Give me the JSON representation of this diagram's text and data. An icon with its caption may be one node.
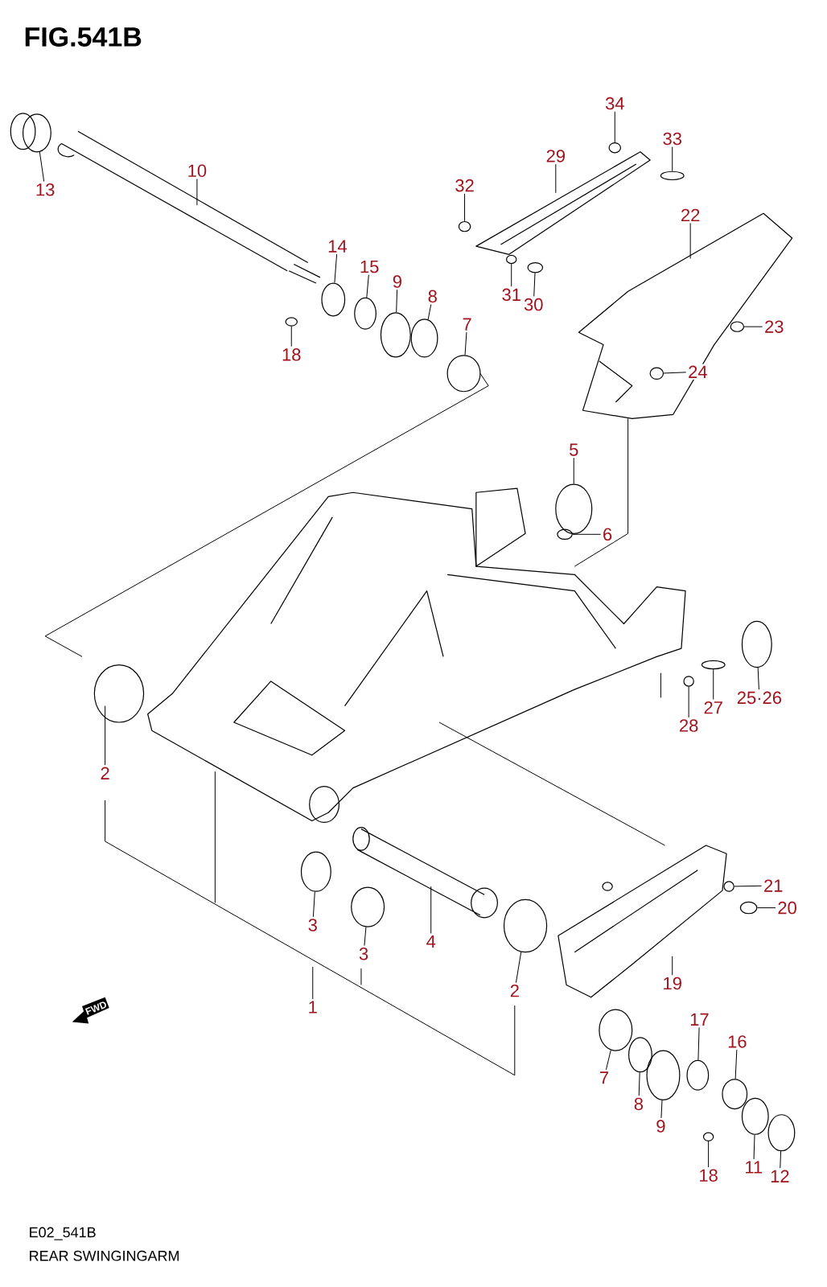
{
  "diagram": {
    "title": "FIG.541B",
    "caption": "REAR SWINGINGARM",
    "nodes": [
      {
        "text": [
          "13"
        ]
      },
      {
        "text": [
          "10"
        ]
      },
      {
        "text": [
          "14"
        ]
      },
      {
        "text": [
          "15"
        ]
      },
      {
        "text": [
          "9"
        ]
      },
      {
        "text": [
          "8"
        ]
      },
      {
        "text": [
          "7"
        ]
      },
      {
        "text": [
          "18"
        ]
      },
      {
        "text": [
          "32"
        ]
      },
      {
        "text": [
          "29"
        ]
      },
      {
        "text": [
          "34"
        ]
      },
      {
        "text": [
          "33"
        ]
      },
      {
        "text": [
          "22"
        ]
      },
      {
        "text": [
          "31"
        ]
      },
      {
        "text": [
          "30"
        ]
      },
      {
        "text": [
          "23"
        ]
      },
      {
        "text": [
          "24"
        ]
      },
      {
        "text": [
          "5"
        ]
      },
      {
        "text": [
          "6"
        ]
      },
      {
        "text": [
          "25·26"
        ]
      },
      {
        "text": [
          "28"
        ]
      },
      {
        "text": [
          "27"
        ]
      },
      {
        "text": [
          "2"
        ]
      },
      {
        "text": [
          "3"
        ]
      },
      {
        "text": [
          "3"
        ]
      },
      {
        "text": [
          "4"
        ]
      },
      {
        "text": [
          "1"
        ]
      },
      {
        "text": [
          "2"
        ]
      },
      {
        "text": [
          "21"
        ]
      },
      {
        "text": [
          "20"
        ]
      },
      {
        "text": [
          "19"
        ]
      },
      {
        "text": [
          "17"
        ]
      },
      {
        "text": [
          "16"
        ]
      },
      {
        "text": [
          "7"
        ]
      },
      {
        "text": [
          "8"
        ]
      },
      {
        "text": [
          "9"
        ]
      },
      {
        "text": [
          "18"
        ]
      },
      {
        "text": [
          "11"
        ]
      },
      {
        "text": [
          "12"
        ]
      },
      {
        "text": [],
        "shape": "circle"
      },
      {
        "text": [],
        "shape": "circle"
      },
      {
        "text": [],
        "shape": "circle"
      },
      {
        "text": [],
        "shape": "circle"
      },
      {
        "text": [],
        "shape": "circle"
      },
      {
        "text": [],
        "shape": "circle"
      },
      {
        "text": [],
        "shape": "circle"
      },
      {
        "text": [],
        "shape": "circle"
      },
      {
        "text": [],
        "shape": "circle"
      },
      {
        "text": [],
        "shape": "circle"
      },
      {
        "text": [],
        "shape": "circle"
      },
      {
        "text": [],
        "shape": "circle"
      },
      {
        "text": [],
        "shape": "circle"
      },
      {
        "text": [],
        "shape": "circle"
      },
      {
        "text": [],
        "shape": "circle"
      },
      {
        "text": [],
        "shape": "circle"
      },
      {
        "text": [],
        "shape": "circle"
      },
      {
        "text": [],
        "shape": "circle"
      },
      {
        "text": [],
        "shape": "circle"
      },
      {
        "text": [],
        "shape": "circle"
      },
      {
        "text": [],
        "shape": "circle"
      },
      {
        "text": [],
        "shape": "circle"
      },
      {
        "text": [],
        "shape": "circle"
      },
      {
        "text": [],
        "shape": "circle"
      },
      {
        "text": [],
        "shape": "circle"
      },
      {
        "text": [],
        "shape": "circle"
      },
      {
        "text": [],
        "shape": "circle"
      },
      {
        "text": [],
        "shape": "circle"
      },
      {
        "text": [],
        "shape": "circle"
      },
      {
        "text": [],
        "shape": "circle"
      },
      {
        "text": [],
        "shape": "circle"
      },
      {
        "text": [],
        "shape": "circle"
      }
    ],
    "edges": [
      {
        "from": 0,
        "to": 39,
        "arrow": "none"
      },
      {
        "from": 1,
        "to": null,
        "arrow": "none"
      },
      {
        "from": 2,
        "to": 40,
        "arrow": "none"
      },
      {
        "from": 3,
        "to": 41,
        "arrow": "none"
      },
      {
        "from": 4,
        "to": 42,
        "arrow": "none"
      },
      {
        "from": 5,
        "to": 43,
        "arrow": "none"
      },
      {
        "from": 6,
        "to": 44,
        "arrow": "none"
      },
      {
        "from": 7,
        "to": 45,
        "arrow": "none"
      },
      {
        "from": 8,
        "to": 46,
        "arrow": "none"
      },
      {
        "from": 9,
        "to": null,
        "arrow": "none"
      },
      {
        "from": 10,
        "to": 47,
        "arrow": "none"
      },
      {
        "from": 11,
        "to": 48,
        "arrow": "none"
      },
      {
        "from": 12,
        "to": null,
        "arrow": "none"
      },
      {
        "from": 13,
        "to": 49,
        "arrow": "none"
      },
      {
        "from": 14,
        "to": 50,
        "arrow": "none"
      },
      {
        "from": 15,
        "to": 51,
        "arrow": "none"
      },
      {
        "from": 16,
        "to": 52,
        "arrow": "none"
      },
      {
        "from": 17,
        "to": 53,
        "arrow": "none"
      },
      {
        "from": 18,
        "to": 54,
        "arrow": "none"
      },
      {
        "from": 19,
        "to": 55,
        "arrow": "none"
      },
      {
        "from": 20,
        "to": 56,
        "arrow": "none"
      },
      {
        "from": 21,
        "to": 57,
        "arrow": "none"
      },
      {
        "from": 22,
        "to": null,
        "arrow": "none"
      },
      {
        "from": 23,
        "to": 58,
        "arrow": "none"
      },
      {
        "from": 24,
        "to": 59,
        "arrow": "none"
      },
      {
        "from": 25,
        "to": null,
        "arrow": "none"
      },
      {
        "from": 26,
        "to": null,
        "arrow": "none"
      },
      {
        "from": 27,
        "to": 60,
        "arrow": "none"
      },
      {
        "from": 28,
        "to": 61,
        "arrow": "none"
      },
      {
        "from": 29,
        "to": 62,
        "arrow": "none"
      },
      {
        "from": 30,
        "to": null,
        "arrow": "none"
      },
      {
        "from": 31,
        "to": 63,
        "arrow": "none"
      },
      {
        "from": 32,
        "to": 64,
        "arrow": "none"
      },
      {
        "from": 33,
        "to": 65,
        "arrow": "none"
      },
      {
        "from": 34,
        "to": 66,
        "arrow": "none"
      },
      {
        "from": 35,
        "to": 67,
        "arrow": "none"
      },
      {
        "from": 36,
        "to": 68,
        "arrow": "none"
      },
      {
        "from": 37,
        "to": 69,
        "arrow": "none"
      },
      {
        "from": 38,
        "to": 70,
        "arrow": "none"
      }
    ],
    "labels": [
      "FWD",
      "E02_541B"
    ]
  }
}
